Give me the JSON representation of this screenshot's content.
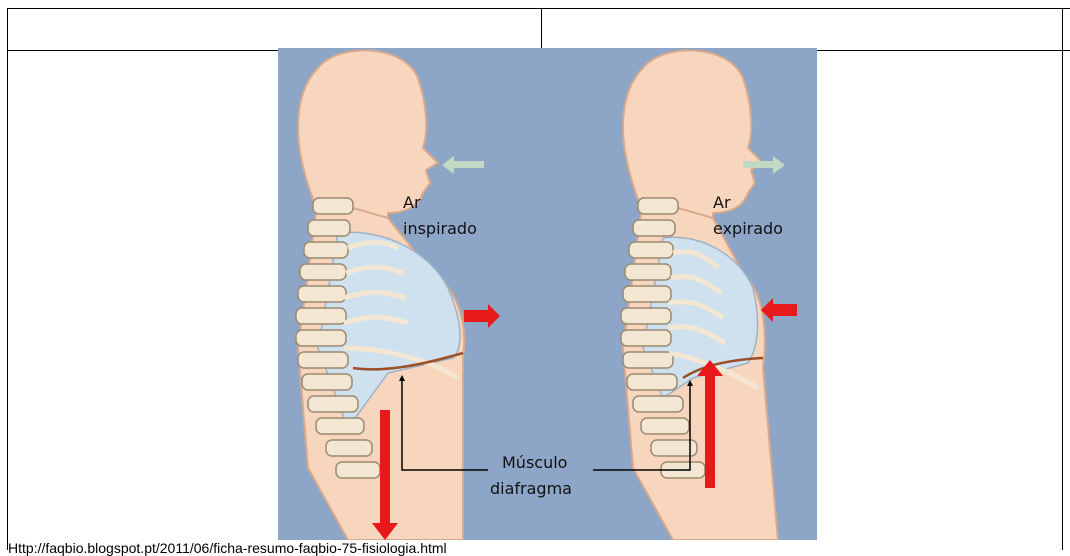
{
  "table": {
    "header_left": "",
    "header_right": ""
  },
  "figure": {
    "left_panel": {
      "label_line1": "Ar",
      "label_line2": "inspirado"
    },
    "right_panel": {
      "label_line1": "Ar",
      "label_line2": "expirado"
    },
    "muscle_label_line1": "Músculo",
    "muscle_label_line2": "diafragma",
    "colors": {
      "background": "#8da6c7",
      "skin": "#f7d6bd",
      "lung": "#cfe1ef",
      "arrow_red": "#e8191a",
      "arrow_air": "#c3d9c4"
    }
  },
  "source": "Http://faqbio.blogspot.pt/2011/06/ficha-resumo-faqbio-75-fisiologia.html"
}
